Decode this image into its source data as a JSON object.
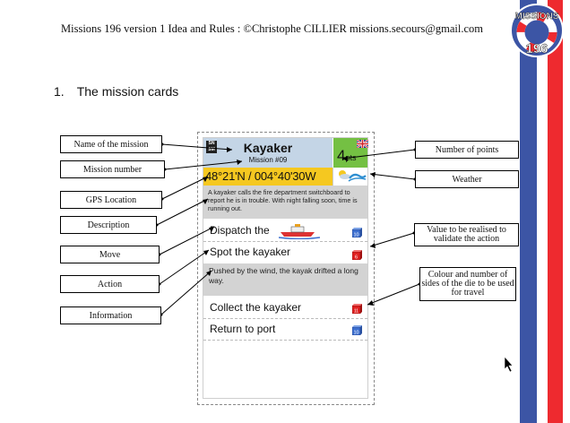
{
  "header": {
    "text": "Missions 196 version 1 Idea and Rules : ©Christophe CILLIER missions.secours@gmail.com"
  },
  "section": {
    "number": "1.",
    "title": "The mission cards"
  },
  "logo": {
    "top_text": "MISSIONS",
    "bottom_text": "196",
    "icon": "lifebuoy-logo"
  },
  "colors": {
    "blue": "#3c55a5",
    "red": "#ee2a2f",
    "points_green": "#74c043",
    "gps_yellow": "#f5c820"
  },
  "card": {
    "snsm": "SN SM",
    "mission_name": "Kayaker",
    "mission_number": "Mission #09",
    "points_value": "4",
    "points_unit": "pts",
    "gps": "48°21'N / 004°40'30W",
    "description": "A kayaker calls the fire department switchboard to report he is in trouble. With night falling soon, time is running out.",
    "actions": [
      {
        "label": "Dispatch the",
        "die_color": "#3c6fd0",
        "die_value": "10",
        "icon": "lifeboat-icon"
      },
      {
        "label": "Spot the kayaker",
        "die_color": "#e02020",
        "die_value": "6"
      },
      {
        "label": "Collect the kayaker",
        "die_color": "#e02020",
        "die_value": "11"
      },
      {
        "label": "Return to port",
        "die_color": "#3c6fd0",
        "die_value": "10"
      }
    ],
    "information": "Pushed by the wind, the kayak drifted a long way."
  },
  "labels": {
    "name": "Name of the mission",
    "number": "Mission number",
    "gps": "GPS Location",
    "description": "Description",
    "move": "Move",
    "action": "Action",
    "information": "Information",
    "points": "Number of points",
    "weather": "Weather",
    "value": "Value to be realised to validate the action",
    "colour": "Colour and number of sides of the die to be used for travel"
  }
}
